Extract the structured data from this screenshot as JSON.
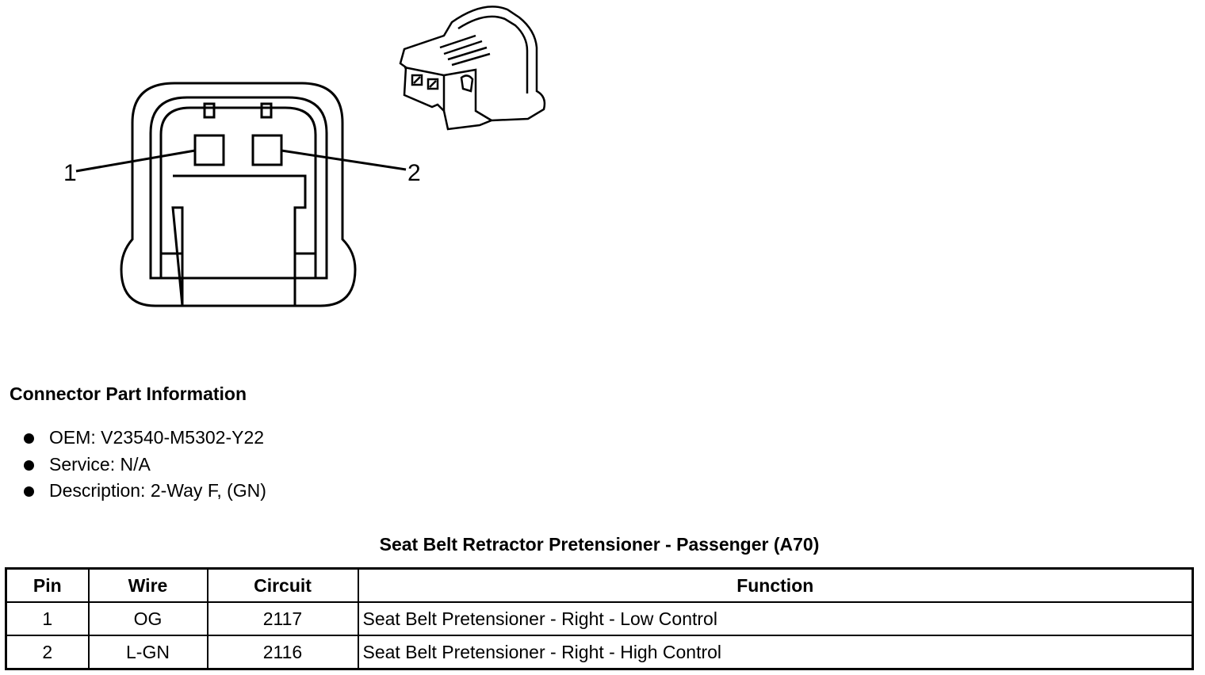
{
  "diagram": {
    "pin_labels": [
      "1",
      "2"
    ]
  },
  "connector_info": {
    "title": "Connector Part Information",
    "items": [
      "OEM: V23540-M5302-Y22",
      "Service: N/A",
      "Description: 2-Way F, (GN)"
    ]
  },
  "table": {
    "caption": "Seat Belt Retractor Pretensioner - Passenger (A70)",
    "headers": [
      "Pin",
      "Wire",
      "Circuit",
      "Function"
    ],
    "rows": [
      [
        "1",
        "OG",
        "2117",
        "Seat Belt Pretensioner - Right - Low Control"
      ],
      [
        "2",
        "L-GN",
        "2116",
        "Seat Belt Pretensioner - Right - High Control"
      ]
    ]
  }
}
